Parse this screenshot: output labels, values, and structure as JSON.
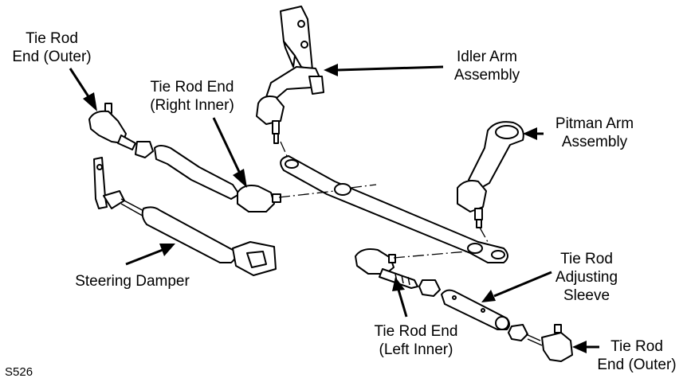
{
  "labels": {
    "tie_rod_end_outer_left": "Tie Rod\nEnd (Outer)",
    "tie_rod_end_right_inner": "Tie Rod End\n(Right Inner)",
    "idler_arm_assembly": "Idler Arm\nAssembly",
    "pitman_arm_assembly": "Pitman Arm\nAssembly",
    "steering_damper": "Steering Damper",
    "tie_rod_adjusting_sleeve": "Tie Rod\nAdjusting\nSleeve",
    "tie_rod_end_left_inner": "Tie Rod End\n(Left Inner)",
    "tie_rod_end_outer_right": "Tie Rod\nEnd (Outer)"
  },
  "figure_code": "S526"
}
